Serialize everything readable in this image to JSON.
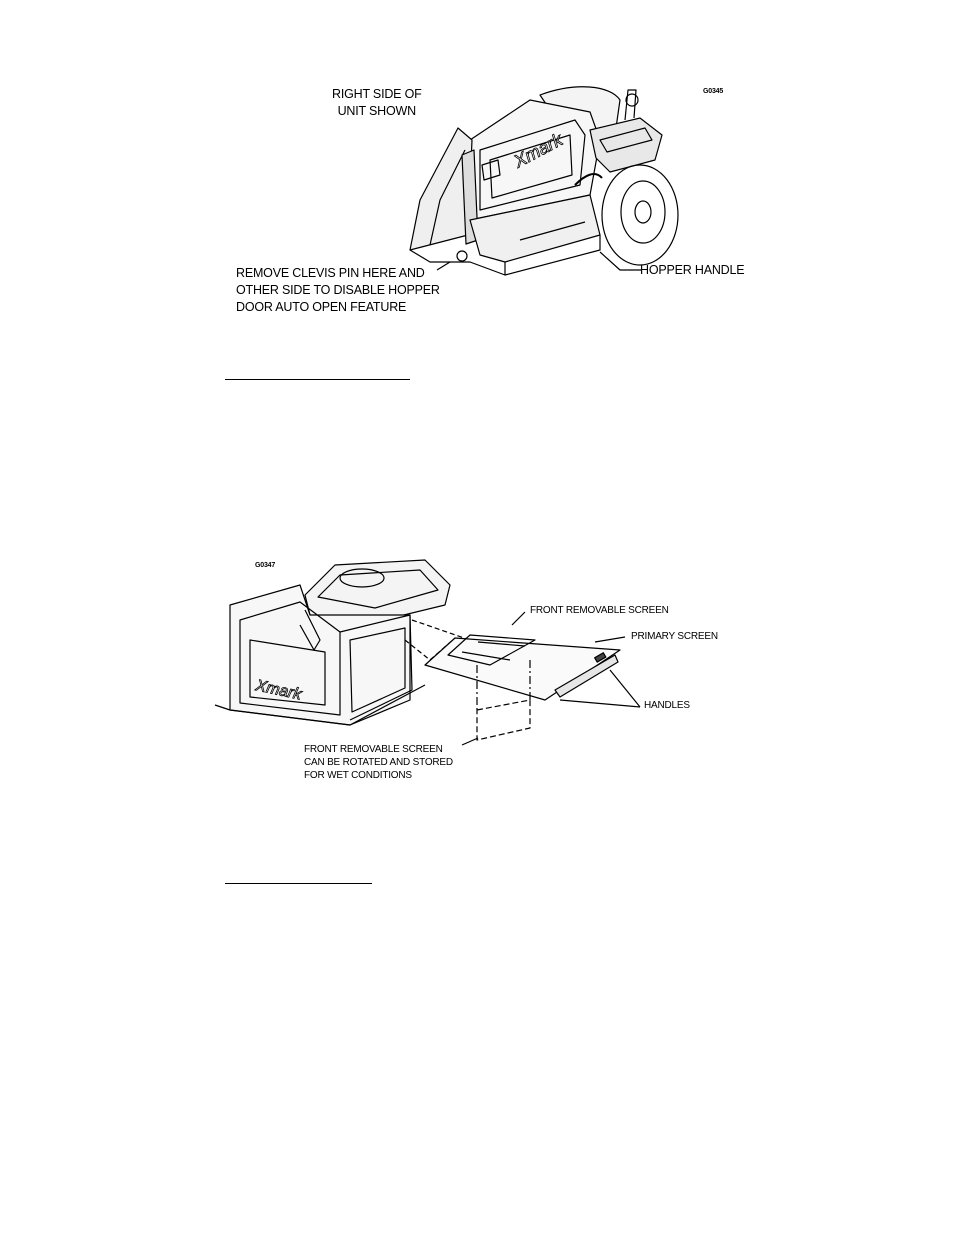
{
  "figure1": {
    "code": "G0345",
    "note_view": "RIGHT SIDE OF\nUNIT SHOWN",
    "brand_mark": "Xmark",
    "callout_clevis": "REMOVE CLEVIS PIN HERE AND\nOTHER SIDE TO DISABLE HOPPER\nDOOR AUTO OPEN FEATURE",
    "callout_handle": "HOPPER HANDLE"
  },
  "figure2": {
    "code": "G0347",
    "brand_mark": "Xmark",
    "callout_front_screen": "FRONT REMOVABLE SCREEN",
    "callout_primary_screen": "PRIMARY SCREEN",
    "callout_handles": "HANDLES",
    "callout_rotate": "FRONT REMOVABLE SCREEN\nCAN BE ROTATED AND STORED\nFOR WET CONDITIONS"
  }
}
